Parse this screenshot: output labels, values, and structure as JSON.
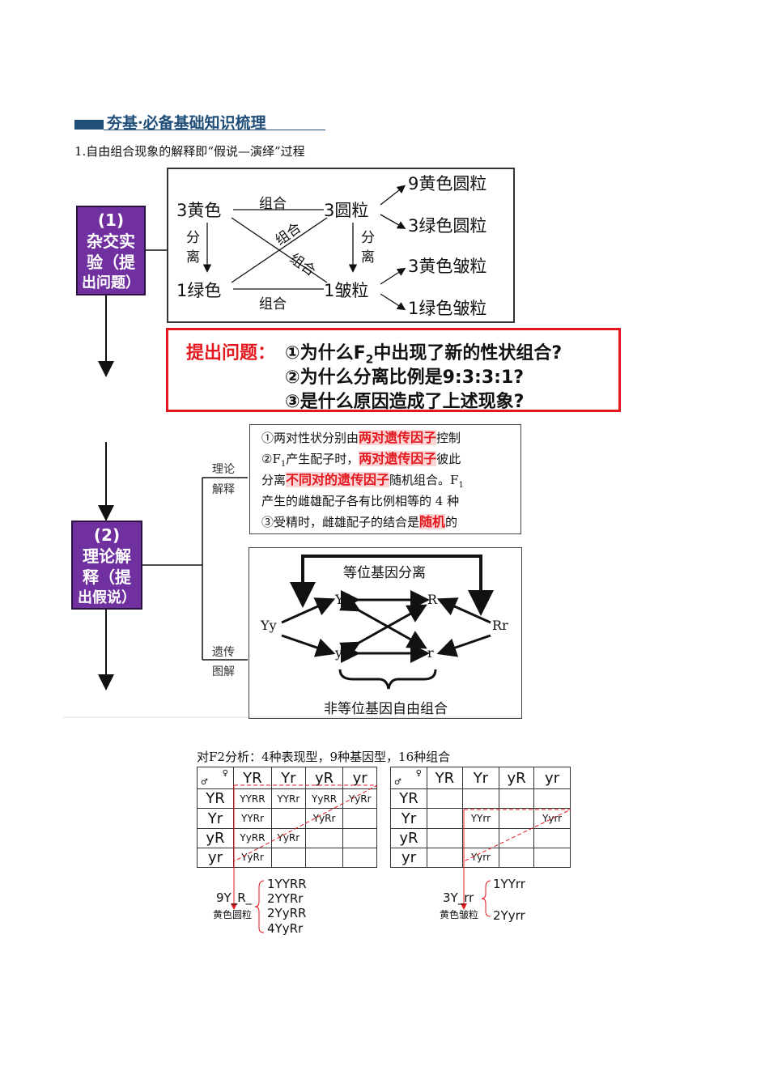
{
  "section": {
    "title": "夯基·必备基础知识梳理"
  },
  "intro": "1.自由组合现象的解释即“假说—演绎”过程",
  "step1": {
    "label": "(1)杂交实验（提出问题）",
    "lines": [
      "(1)",
      "杂交实",
      "验（提",
      "出问题）"
    ]
  },
  "step2": {
    "label": "(2)理论解释（提出假说）",
    "lines": [
      "(2)",
      "理论解",
      "释（提",
      "出假说）"
    ]
  },
  "cross": {
    "yellow3": "3黄色",
    "green1": "1绿色",
    "round3": "3圆粒",
    "wrinkled1": "1皱粒",
    "combine": "组合",
    "separate_a": "分",
    "separate_b": "离",
    "results": [
      "9黄色圆粒",
      "3绿色圆粒",
      "3黄色皱粒",
      "1绿色皱粒"
    ]
  },
  "question": {
    "prefix": "提出问题：",
    "q1a": "①为什么F",
    "q1sub": "2",
    "q1b": "中出现了新的性状组合?",
    "q2": "②为什么分离比例是9:3:3:1?",
    "q3": "③是什么原因造成了上述现象?"
  },
  "theory": {
    "label_a": "理论",
    "label_b": "解释",
    "l1a": "①两对性状分别由",
    "l1h": "两对遗传因子",
    "l1b": "控制",
    "l2a": "②F",
    "l2sub": "1",
    "l2b": "产生配子时，",
    "l2h": "两对遗传因子",
    "l2c": "彼此",
    "l3a": "分离",
    "l3h": "不同对的遗传因子",
    "l3b": "随机组合。F",
    "l3sub": "1",
    "l4": "产生的雌雄配子各有比例相等的 4 种",
    "l5a": "③受精时，雌雄配子的结合是",
    "l5h": "随机",
    "l5b": "的"
  },
  "genetic": {
    "label_a": "遗传",
    "label_b": "图解",
    "top": "等位基因分离",
    "bottom": "非等位基因自由组合",
    "Yy": "Yy",
    "Rr": "Rr",
    "Y": "Y",
    "R": "R",
    "y": "y",
    "r": "r"
  },
  "f2": {
    "caption": "对F2分析：4种表现型，9种基因型，16种组合",
    "corner_male": "♂",
    "corner_female": "♀",
    "cols": [
      "YR",
      "Yr",
      "yR",
      "yr"
    ],
    "rows": [
      "YR",
      "Yr",
      "yR",
      "yr"
    ],
    "left_cells": [
      [
        "YYRR",
        "YYRr",
        "YyRR",
        "YyRr"
      ],
      [
        "YYRr",
        "",
        "YyRr",
        ""
      ],
      [
        "YyRR",
        "YyRr",
        "",
        ""
      ],
      [
        "YyRr",
        "",
        "",
        ""
      ]
    ],
    "right_cells": [
      [
        "",
        "",
        "",
        ""
      ],
      [
        "",
        "YYrr",
        "",
        "Yyrr"
      ],
      [
        "",
        "",
        "",
        ""
      ],
      [
        "",
        "Yyrr",
        "",
        ""
      ]
    ],
    "left_result": {
      "ratio": "9Y_R_",
      "pheno": "黄色圆粒",
      "items": [
        "1YYRR",
        "2YYRr",
        "2YyRR",
        "4YyRr"
      ]
    },
    "right_result": {
      "ratio": "3Y_rr",
      "pheno": "黄色皱粒",
      "items": [
        "1YYrr",
        "2Yyrr"
      ]
    }
  },
  "colors": {
    "purple": "#7030a0",
    "red": "#e3171e",
    "navy": "#1f4e79"
  }
}
